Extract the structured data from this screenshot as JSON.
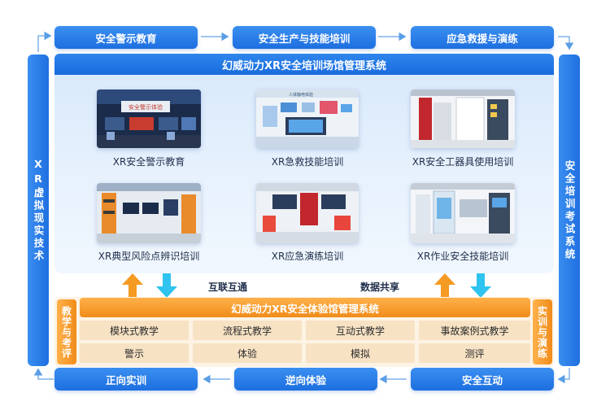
{
  "top_flow": [
    "安全警示教育",
    "安全生产与技能培训",
    "应急救援与演练"
  ],
  "bottom_flow": [
    "正向实训",
    "逆向体验",
    "安全互动"
  ],
  "left_sidebar": "XR虚拟现实技术",
  "right_sidebar": "安全培训考试系统",
  "upper_panel": {
    "title": "幻威动力XR安全培训场馆管理系统",
    "items": [
      "XR安全警示教育",
      "XR急救技能培训",
      "XR安全工器具使用培训",
      "XR典型风险点辨识培训",
      "XR应急演练培训",
      "XR作业安全技能培训"
    ],
    "photo_signs": [
      "安全警示体验",
      "人体触电体验"
    ]
  },
  "connector": {
    "left_label": "互联互通",
    "right_label": "数据共享"
  },
  "lower_panel": {
    "title": "幻威动力XR安全体验馆管理系统",
    "left_side": "教学与考评",
    "right_side": "实训与演练",
    "row1": [
      "模块式教学",
      "流程式教学",
      "互动式教学",
      "事故案例式教学"
    ],
    "row2": [
      "警示",
      "体验",
      "模拟",
      "测评"
    ]
  },
  "colors": {
    "blue": "#1f6fe0",
    "orange": "#f59a22",
    "cyan": "#2fc3ef",
    "panel_bg": "#e3effc"
  }
}
